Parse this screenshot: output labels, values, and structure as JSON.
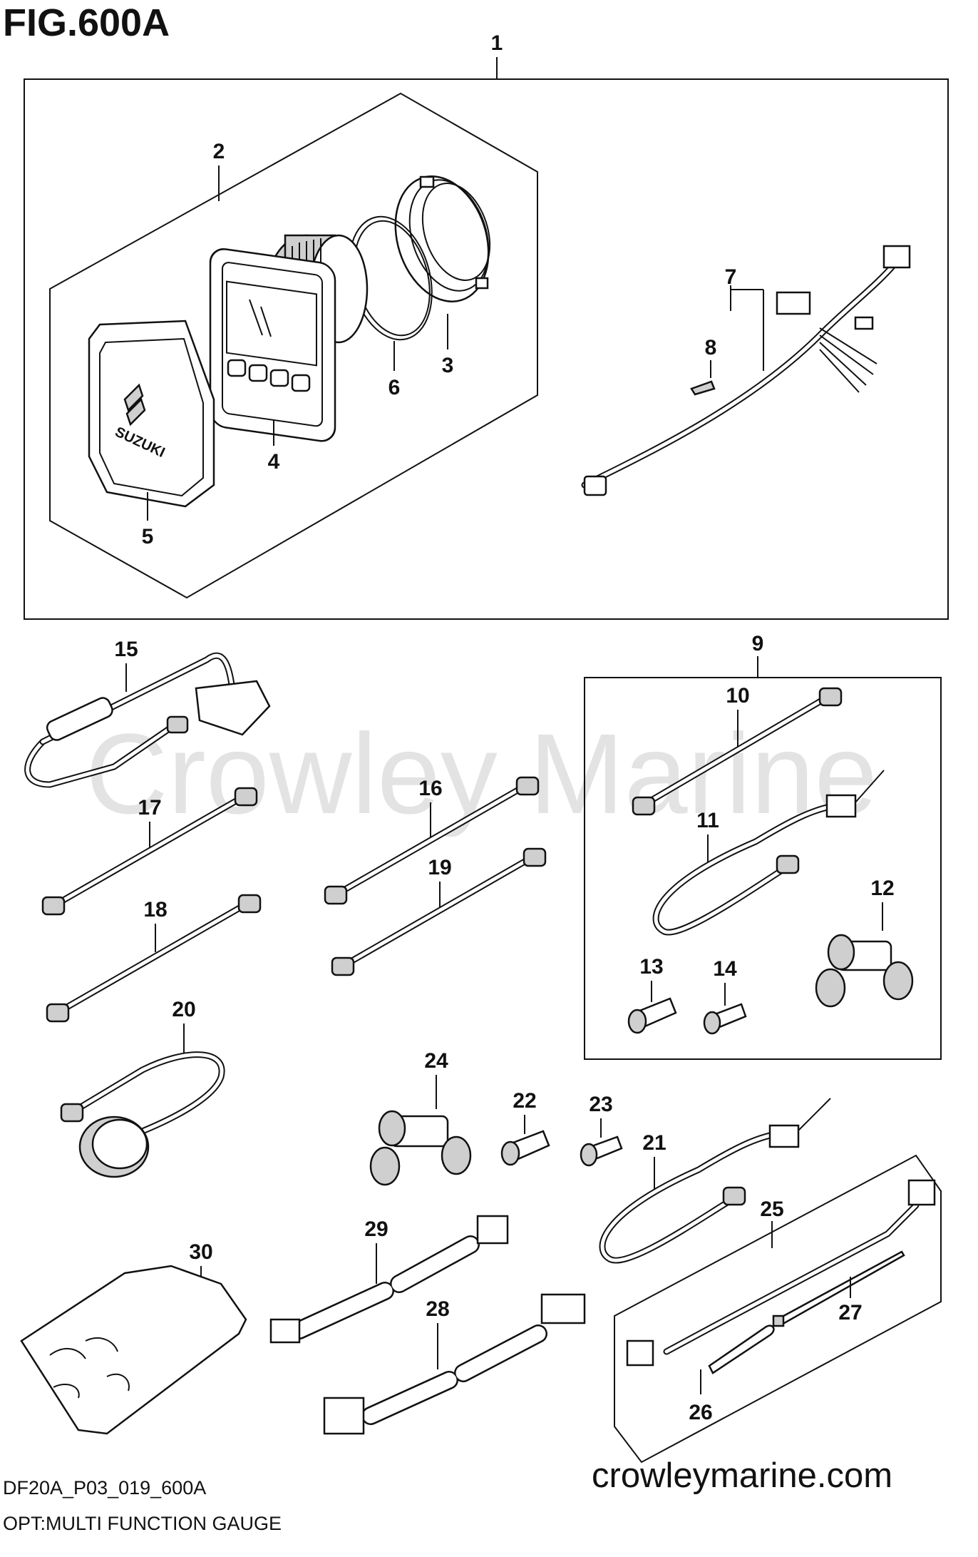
{
  "figure": {
    "title": "FIG.600A",
    "code": "DF20A_P03_019_600A",
    "caption": "OPT:MULTI FUNCTION GAUGE",
    "website": "crowleymarine.com",
    "watermark": "Crowley Marine",
    "gauge_face_brand": "SUZUKI"
  },
  "callouts": [
    "1",
    "2",
    "3",
    "4",
    "5",
    "6",
    "7",
    "8",
    "9",
    "10",
    "11",
    "12",
    "13",
    "14",
    "15",
    "16",
    "17",
    "18",
    "19",
    "20",
    "21",
    "22",
    "23",
    "24",
    "25",
    "26",
    "27",
    "28",
    "29",
    "30"
  ]
}
